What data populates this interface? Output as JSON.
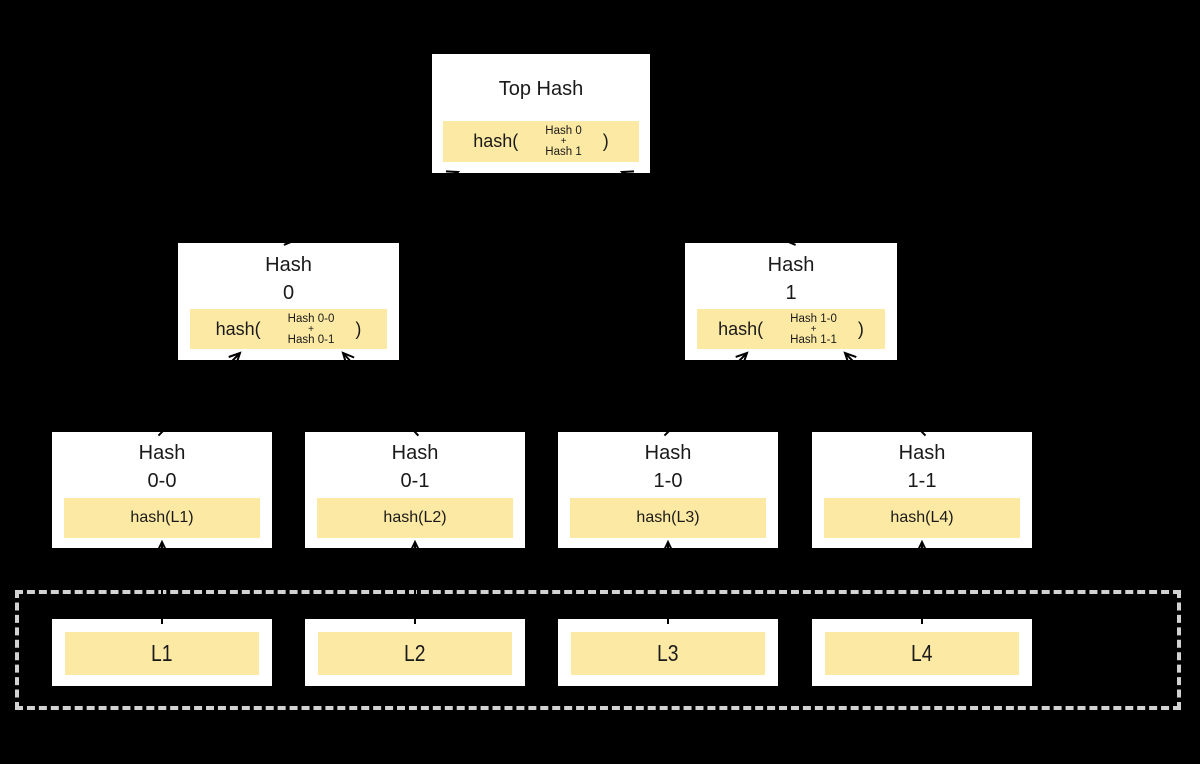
{
  "background_color": "#000000",
  "colors": {
    "node_fill": "#ffffff",
    "band_fill": "#fce9a3",
    "text": "#1a1a1a",
    "dashed_border": "#d2d2d2",
    "arrow": "#000000"
  },
  "tree": {
    "root": {
      "title": "Top Hash",
      "fn_open": "hash(",
      "arg1": "Hash 0",
      "plus": "+",
      "arg2": "Hash 1",
      "fn_close": ")"
    },
    "level2": [
      {
        "title_line1": "Hash",
        "title_line2": "0",
        "fn_open": "hash(",
        "arg1": "Hash 0-0",
        "plus": "+",
        "arg2": "Hash 0-1",
        "fn_close": ")"
      },
      {
        "title_line1": "Hash",
        "title_line2": "1",
        "fn_open": "hash(",
        "arg1": "Hash 1-0",
        "plus": "+",
        "arg2": "Hash 1-1",
        "fn_close": ")"
      }
    ],
    "level3": [
      {
        "title_line1": "Hash",
        "title_line2": "0-0",
        "hash_label": "hash(L1)"
      },
      {
        "title_line1": "Hash",
        "title_line2": "0-1",
        "hash_label": "hash(L2)"
      },
      {
        "title_line1": "Hash",
        "title_line2": "1-0",
        "hash_label": "hash(L3)"
      },
      {
        "title_line1": "Hash",
        "title_line2": "1-1",
        "hash_label": "hash(L4)"
      }
    ],
    "leaves": [
      {
        "label": "L1"
      },
      {
        "label": "L2"
      },
      {
        "label": "L3"
      },
      {
        "label": "L4"
      }
    ]
  }
}
